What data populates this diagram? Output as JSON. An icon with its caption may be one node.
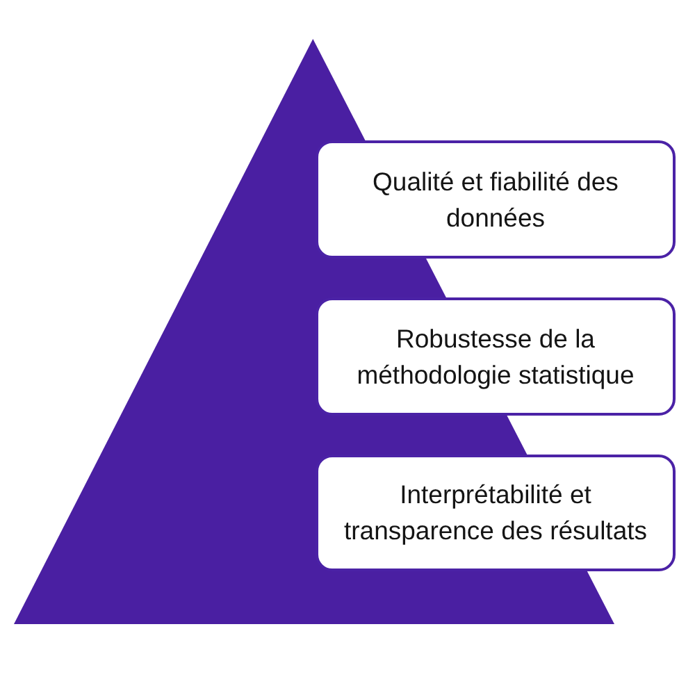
{
  "diagram": {
    "nodes": [
      {
        "text": [],
        "shape": "triangle"
      },
      {
        "text": [
          "Qualité et fiabilité des données"
        ]
      },
      {
        "text": [
          "Robustesse de la méthodologie statistique"
        ]
      },
      {
        "text": [
          "Interprétabilité et transparence des résultats"
        ]
      }
    ],
    "edges": []
  }
}
